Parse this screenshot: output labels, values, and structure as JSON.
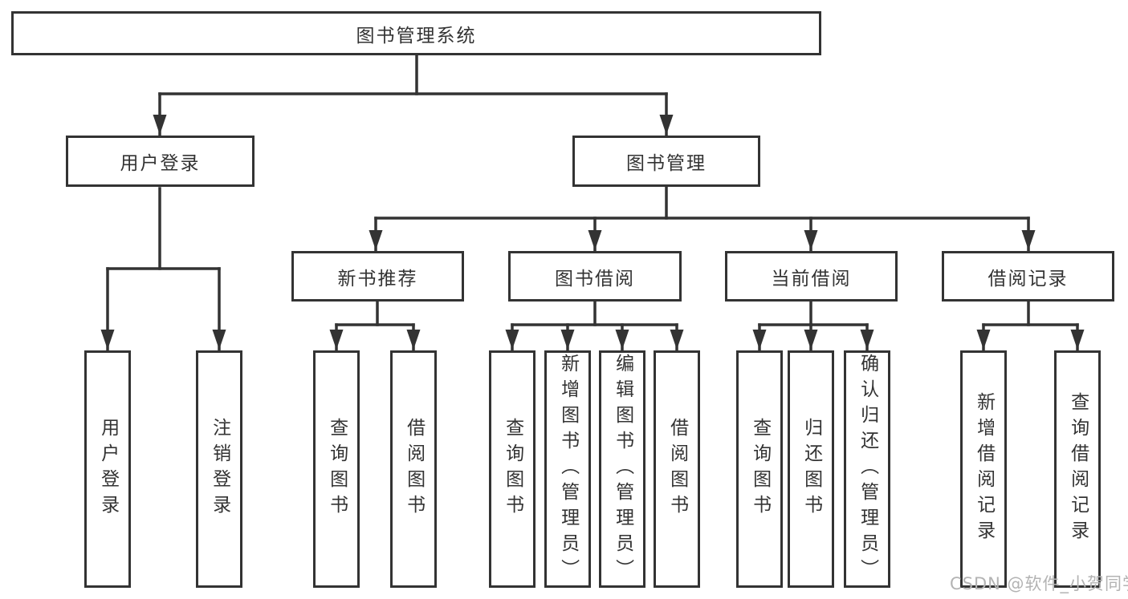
{
  "colors": {
    "line": "#333333",
    "text": "#333333",
    "background": "#ffffff",
    "watermark": "#b3b3b3"
  },
  "root": {
    "label": "图书管理系统"
  },
  "level2": [
    {
      "label": "用户登录"
    },
    {
      "label": "图书管理"
    }
  ],
  "level3": [
    {
      "label": "新书推荐"
    },
    {
      "label": "图书借阅"
    },
    {
      "label": "当前借阅"
    },
    {
      "label": "借阅记录"
    }
  ],
  "leaves": {
    "user_login": [
      {
        "label": "用户登录"
      },
      {
        "label": "注销登录"
      }
    ],
    "new_book": [
      {
        "label": "查询图书"
      },
      {
        "label": "借阅图书"
      }
    ],
    "book_borrow": [
      {
        "label": "查询图书"
      },
      {
        "label": "新增图书（管理员）"
      },
      {
        "label": "编辑图书（管理员）"
      },
      {
        "label": "借阅图书"
      }
    ],
    "current_borrow": [
      {
        "label": "查询图书"
      },
      {
        "label": "归还图书"
      },
      {
        "label": "确认归还（管理员）"
      }
    ],
    "borrow_record": [
      {
        "label": "新增借阅记录"
      },
      {
        "label": "查询借阅记录"
      }
    ]
  },
  "watermark": {
    "text": "CSDN @软件_小贺同学"
  }
}
